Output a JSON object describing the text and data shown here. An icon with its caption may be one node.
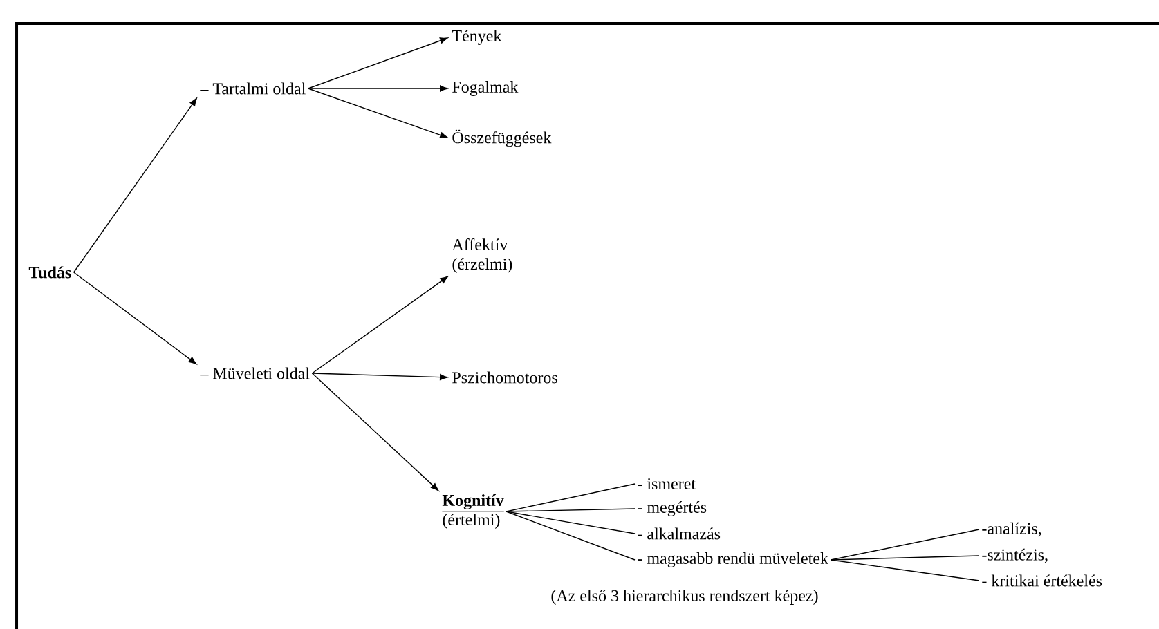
{
  "diagram": {
    "nodes": [
      {
        "text": [
          "Tudás"
        ]
      },
      {
        "text": [
          "– Tartalmi oldal"
        ]
      },
      {
        "text": [
          "Tények"
        ]
      },
      {
        "text": [
          "Fogalmak"
        ]
      },
      {
        "text": [
          "Összefüggések"
        ]
      },
      {
        "text": [
          "– Müveleti oldal"
        ]
      },
      {
        "text": [
          "Affektív (érzelmi)"
        ]
      },
      {
        "text": [
          "Pszichomotoros"
        ]
      },
      {
        "text": [
          "Kognitív",
          "(értelmi)"
        ]
      },
      {
        "text": [
          "- ismeret"
        ]
      },
      {
        "text": [
          "- megértés"
        ]
      },
      {
        "text": [
          "- alkalmazás"
        ]
      },
      {
        "text": [
          "- magasabb rendü müveletek"
        ]
      },
      {
        "text": [
          "-analízis,"
        ]
      },
      {
        "text": [
          "-szintézis,"
        ]
      },
      {
        "text": [
          "- kritikai értékelés"
        ]
      }
    ],
    "edges": [
      {
        "from": 0,
        "to": 1,
        "arrow": "to"
      },
      {
        "from": 0,
        "to": 5,
        "arrow": "to"
      },
      {
        "from": 1,
        "to": 2,
        "arrow": "to"
      },
      {
        "from": 1,
        "to": 3,
        "arrow": "to"
      },
      {
        "from": 1,
        "to": 4,
        "arrow": "to"
      },
      {
        "from": 5,
        "to": 6,
        "arrow": "to"
      },
      {
        "from": 5,
        "to": 7,
        "arrow": "to"
      },
      {
        "from": 5,
        "to": 8,
        "arrow": "to"
      },
      {
        "from": 8,
        "to": 9,
        "arrow": "none"
      },
      {
        "from": 8,
        "to": 10,
        "arrow": "none"
      },
      {
        "from": 8,
        "to": 11,
        "arrow": "none"
      },
      {
        "from": 8,
        "to": 12,
        "arrow": "none"
      },
      {
        "from": 12,
        "to": 13,
        "arrow": "none"
      },
      {
        "from": 12,
        "to": 14,
        "arrow": "none"
      },
      {
        "from": 12,
        "to": 15,
        "arrow": "none"
      }
    ],
    "labels": [
      "(Az első 3 hierarchikus rendszert képez)"
    ]
  }
}
